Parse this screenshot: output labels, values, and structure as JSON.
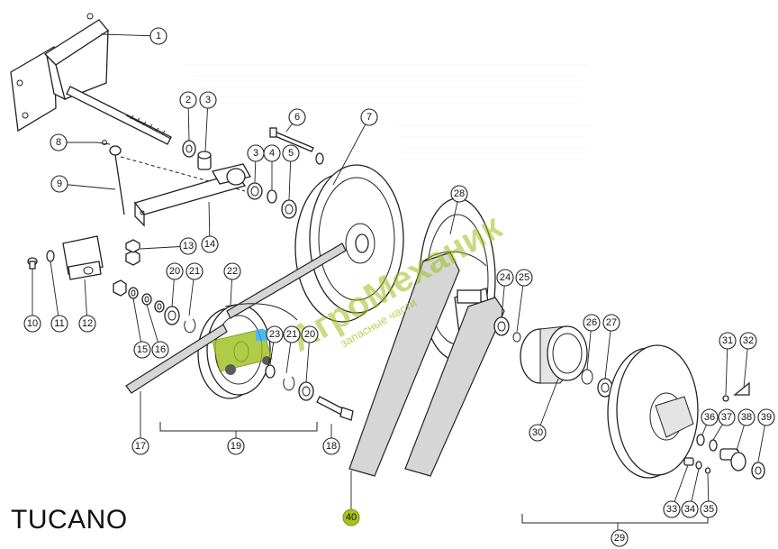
{
  "diagram": {
    "model_label": "TUCANO",
    "watermark": {
      "title": "АгроМеханик",
      "subtitle": "запасные части"
    },
    "highlight_color": "#a6c41d",
    "callouts": [
      {
        "label": "1"
      },
      {
        "label": "2"
      },
      {
        "label": "3"
      },
      {
        "label": "6"
      },
      {
        "label": "7"
      },
      {
        "label": "8"
      },
      {
        "label": "3"
      },
      {
        "label": "4"
      },
      {
        "label": "5"
      },
      {
        "label": "9"
      },
      {
        "label": "28"
      },
      {
        "label": "13"
      },
      {
        "label": "14"
      },
      {
        "label": "10"
      },
      {
        "label": "11"
      },
      {
        "label": "12"
      },
      {
        "label": "20"
      },
      {
        "label": "21"
      },
      {
        "label": "22"
      },
      {
        "label": "15"
      },
      {
        "label": "16"
      },
      {
        "label": "23"
      },
      {
        "label": "21"
      },
      {
        "label": "20"
      },
      {
        "label": "24"
      },
      {
        "label": "25"
      },
      {
        "label": "26"
      },
      {
        "label": "27"
      },
      {
        "label": "31"
      },
      {
        "label": "32"
      },
      {
        "label": "17"
      },
      {
        "label": "19"
      },
      {
        "label": "18"
      },
      {
        "label": "30"
      },
      {
        "label": "36"
      },
      {
        "label": "37"
      },
      {
        "label": "38"
      },
      {
        "label": "39"
      },
      {
        "label": "33"
      },
      {
        "label": "34"
      },
      {
        "label": "35"
      },
      {
        "label": "40"
      },
      {
        "label": "29"
      }
    ]
  }
}
